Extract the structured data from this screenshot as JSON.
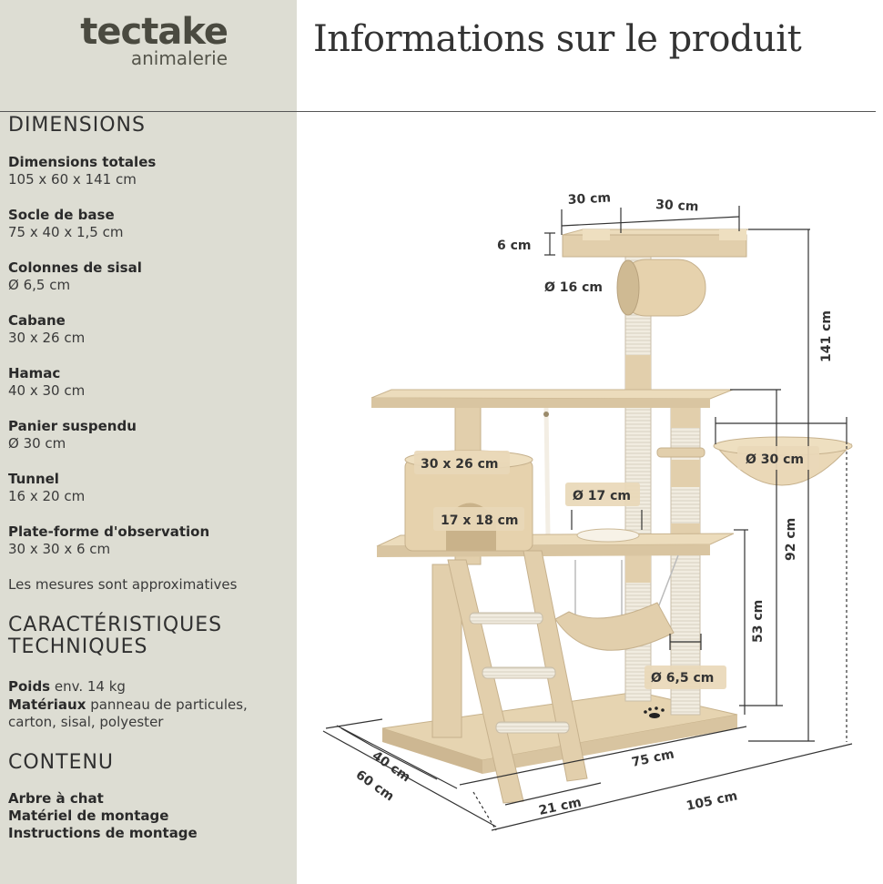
{
  "brand": {
    "name": "tectake",
    "sub": "animalerie"
  },
  "title": "Informations sur le produit",
  "dimensions": {
    "heading": "DIMENSIONS",
    "items": [
      {
        "label": "Dimensions totales",
        "value": "105 x 60 x 141 cm"
      },
      {
        "label": "Socle de base",
        "value": "75 x 40 x 1,5 cm"
      },
      {
        "label": "Colonnes de sisal",
        "value": "Ø 6,5 cm"
      },
      {
        "label": "Cabane",
        "value": "30 x 26 cm"
      },
      {
        "label": "Hamac",
        "value": "40 x 30 cm"
      },
      {
        "label": "Panier suspendu",
        "value": "Ø 30 cm"
      },
      {
        "label": "Tunnel",
        "value": "16 x 20 cm"
      },
      {
        "label": "Plate-forme d'observation",
        "value": "30 x 30 x 6 cm"
      }
    ],
    "note": "Les mesures sont approximatives"
  },
  "specs": {
    "heading_line1": "CARACTÉRISTIQUES",
    "heading_line2": "TECHNIQUES",
    "weight_label": "Poids",
    "weight_value": " env. 14 kg",
    "materials_label": "Matériaux",
    "materials_value": " panneau de particules, carton, sisal, polyester"
  },
  "contents": {
    "heading": "CONTENU",
    "items": [
      "Arbre à chat",
      "Matériel de montage",
      "Instructions de montage"
    ]
  },
  "diagram_labels": {
    "top_left": "30 cm",
    "top_right": "30 cm",
    "platform_h": "6 cm",
    "tunnel_d": "Ø 16 cm",
    "total_h": "141 cm",
    "cabin": "30 x 26 cm",
    "hole_d": "Ø 17 cm",
    "cabin_door": "17 x 18 cm",
    "basket_d": "Ø 30 cm",
    "basket_h": "92 cm",
    "mid_h": "53 cm",
    "sisal_d": "Ø 6,5 cm",
    "depth_base": "40 cm",
    "depth_total": "60 cm",
    "width_base": "75 cm",
    "width_ladder": "21 cm",
    "width_total": "105 cm"
  },
  "colors": {
    "sidebar": "#ddddd3",
    "plush": "#ead8b7",
    "plush_dark": "#d3bd97",
    "sisal": "#f1ece0"
  }
}
